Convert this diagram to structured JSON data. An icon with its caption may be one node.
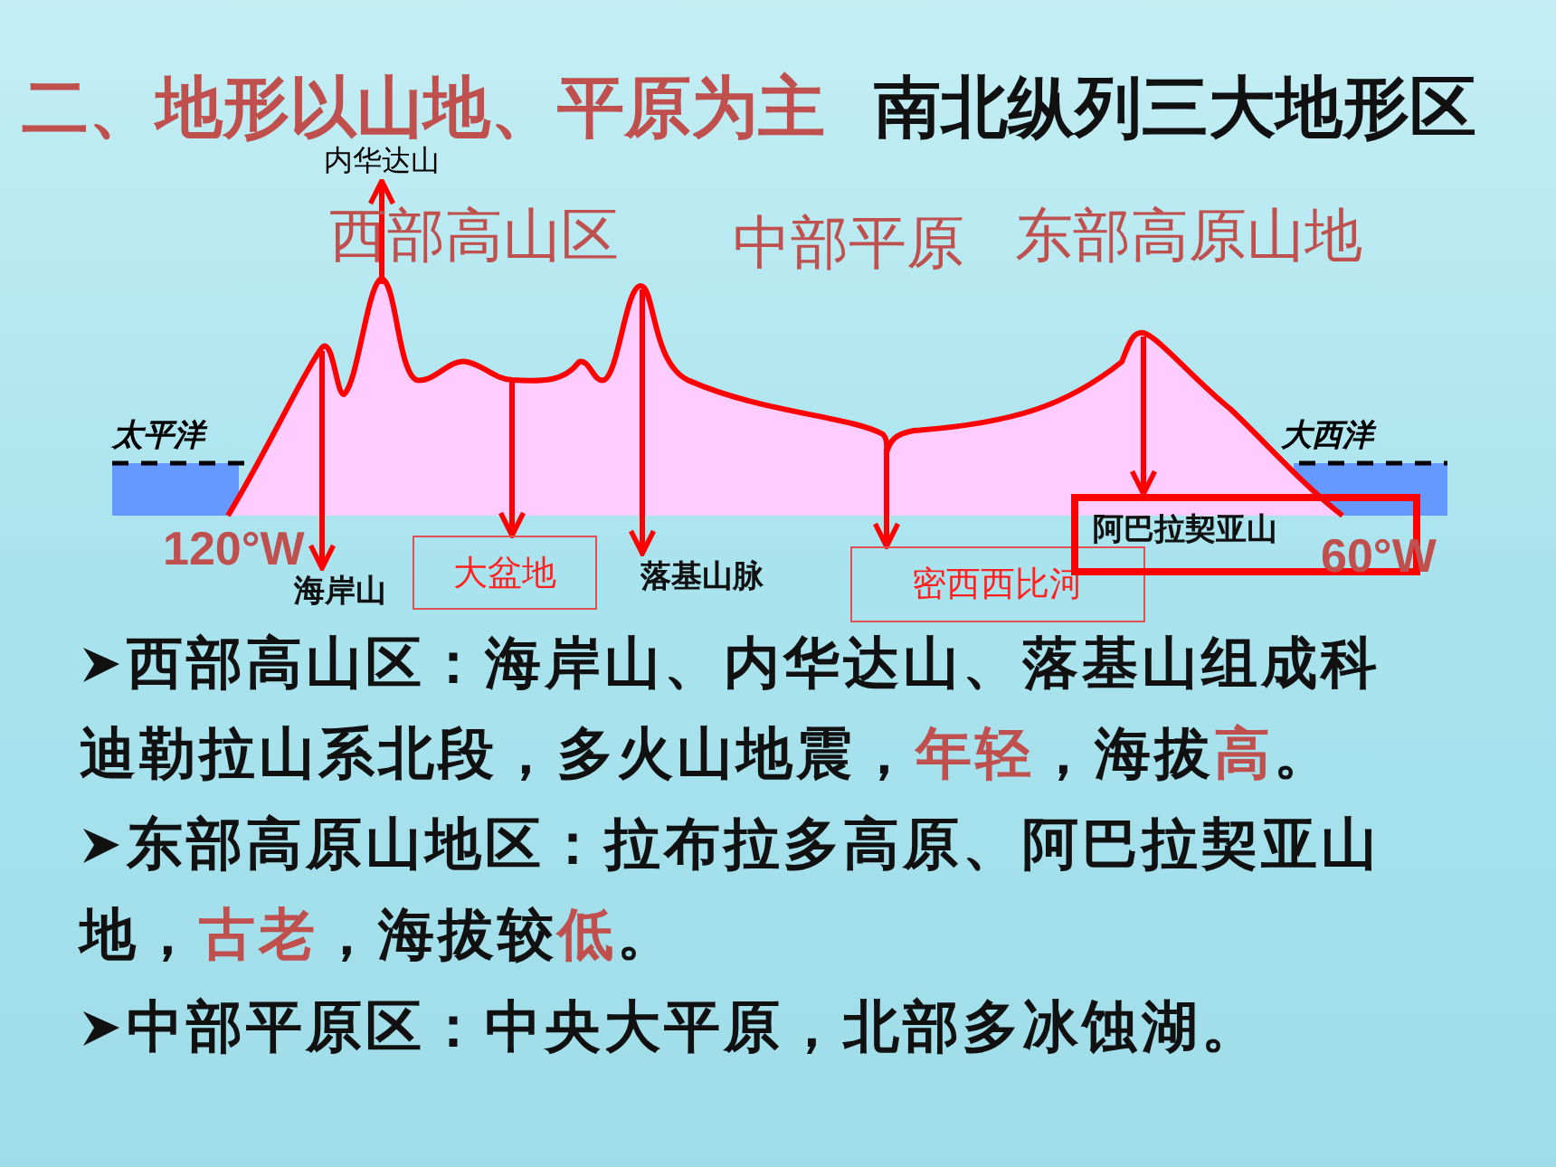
{
  "diagram": {
    "title": "二、地形以山地、平原为主",
    "nodes": [
      {
        "text": [
          "内华达山"
        ]
      },
      {
        "text": [
          "海岸山"
        ]
      },
      {
        "text": [
          "大盆地"
        ]
      },
      {
        "text": [
          "落基山脉"
        ]
      },
      {
        "text": [
          "密西西比河"
        ]
      },
      {
        "text": [
          "阿巴拉契亚山"
        ]
      },
      {
        "text": [],
        "shape": "picture"
      }
    ],
    "edges": [
      {
        "from": 6,
        "to": 0,
        "arrow": "to"
      },
      {
        "from": 6,
        "to": 1,
        "arrow": "to"
      },
      {
        "from": 6,
        "to": 2,
        "arrow": "to"
      },
      {
        "from": 6,
        "to": 3,
        "arrow": "to"
      },
      {
        "from": 6,
        "to": 4,
        "arrow": "to"
      },
      {
        "from": 6,
        "to": 5,
        "arrow": "to"
      }
    ],
    "labels": [
      "南北纵列三大地形区",
      "西部高山区",
      "中部平原",
      "东部高原山地",
      "太平洋",
      "大西洋",
      "120°W",
      "60°W",
      "西部高山区：海岸山、内华达山、落基山组成科迪勒拉山系北段，多火山地震，**年轻**，海拔**高**。",
      "东部高原山地区：拉布拉多高原、阿巴拉契亚山地，**古老**，海拔较**低**。",
      "中部平原区：中央大平原，北部多冰蚀湖。"
    ]
  }
}
